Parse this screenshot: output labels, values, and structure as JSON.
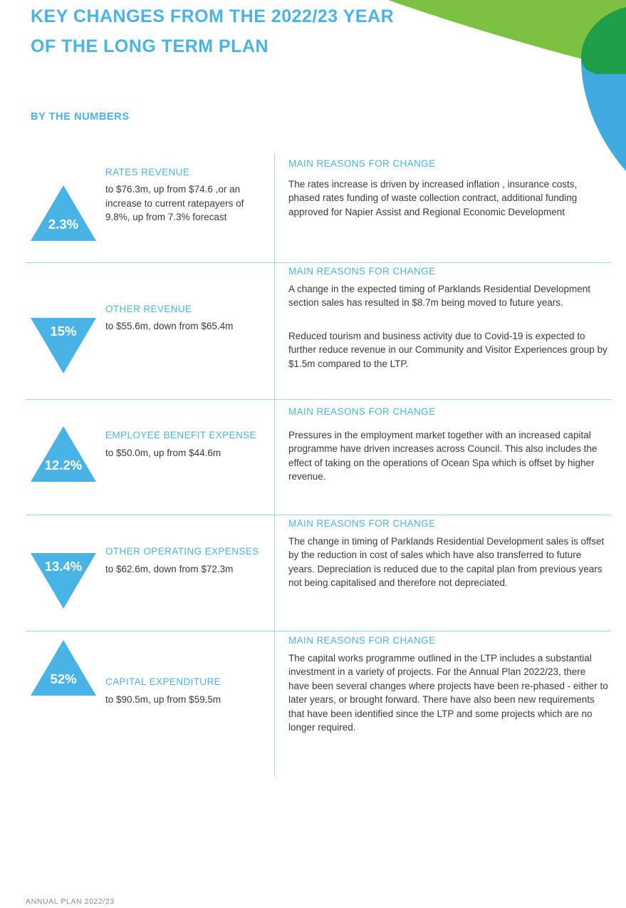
{
  "page": {
    "title_line1": "KEY CHANGES FROM THE 2022/23 YEAR",
    "title_line2": "OF THE LONG TERM PLAN",
    "subheading": "BY THE NUMBERS",
    "footer": "ANNUAL PLAN 2022/23",
    "colors": {
      "accent": "#4ab3e6",
      "green": "#7dc142",
      "dark_green": "#1e9e48",
      "text": "#3a3a3a"
    }
  },
  "items": [
    {
      "percent": "2.3%",
      "direction": "up",
      "icon": "triangle-up-icon",
      "label": "RATES REVENUE",
      "description": "to $76.3m, up from $74.6 ,or an increase to current ratepayers of 9.8%, up from 7.3% forecast",
      "reasons_heading": "MAIN REASONS FOR CHANGE",
      "reasons": [
        "The rates increase is driven by increased inflation , insurance costs, phased rates funding of waste collection contract, additional funding approved for Napier Assist and Regional Economic Development"
      ]
    },
    {
      "percent": "15%",
      "direction": "down",
      "icon": "triangle-down-icon",
      "label": "OTHER REVENUE",
      "description": "to $55.6m, down from $65.4m",
      "reasons_heading": "MAIN REASONS FOR CHANGE",
      "reasons": [
        "A change in the expected timing of Parklands Residential Development section sales has resulted in $8.7m being moved to future years.",
        "Reduced tourism and business activity due to Covid-19 is expected to further reduce revenue in our Community and Visitor Experiences group by $1.5m compared to the LTP."
      ]
    },
    {
      "percent": "12.2%",
      "direction": "up",
      "icon": "triangle-up-icon",
      "label": "EMPLOYEE BENEFIT EXPENSE",
      "description": "to $50.0m, up from $44.6m",
      "reasons_heading": "MAIN REASONS FOR CHANGE",
      "reasons": [
        "Pressures in the employment market together with an increased capital programme have driven increases across Council. This also includes the effect of taking on the operations of Ocean Spa which is offset by higher revenue."
      ]
    },
    {
      "percent": "13.4%",
      "direction": "down",
      "icon": "triangle-down-icon",
      "label": "OTHER OPERATING EXPENSES",
      "description": "to $62.6m, down from $72.3m",
      "reasons_heading": "MAIN REASONS FOR CHANGE",
      "reasons": [
        "The change in timing of Parklands Residential Development sales is offset by the reduction in cost of sales which have also transferred to future years. Depreciation is reduced due to the capital plan from previous years not being capitalised and therefore not depreciated."
      ]
    },
    {
      "percent": "52%",
      "direction": "up",
      "icon": "triangle-up-icon",
      "label": "CAPITAL EXPENDITURE",
      "description": "to $90.5m, up from $59.5m",
      "reasons_heading": "MAIN REASONS FOR CHANGE",
      "reasons": [
        "The capital works programme outlined in the LTP includes a substantial investment in a variety of projects.  For the Annual Plan 2022/23, there have been several changes where projects have been re-phased - either to later years, or brought forward.  There have also been new requirements that have been identified since the LTP and some projects which are no longer required."
      ]
    }
  ]
}
